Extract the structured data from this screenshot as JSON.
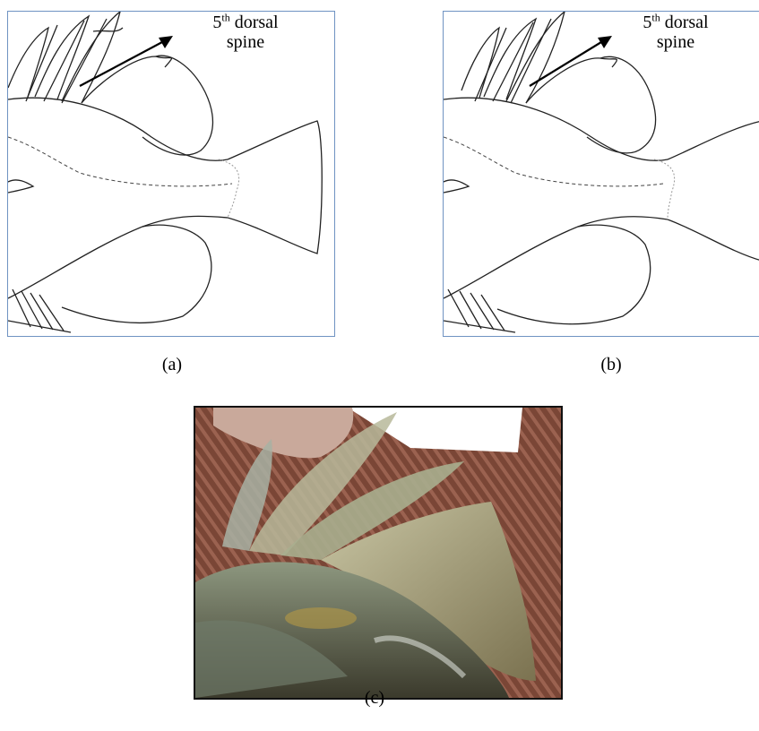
{
  "figure": {
    "panels": [
      {
        "id": "a",
        "caption": "(a)",
        "callout_ordinal": "5",
        "callout_sup": "th",
        "callout_word1": "dorsal",
        "callout_word2": "spine"
      },
      {
        "id": "b",
        "caption": "(b)",
        "callout_ordinal": "5",
        "callout_sup": "th",
        "callout_word1": "dorsal",
        "callout_word2": "spine"
      }
    ],
    "photo_caption": "(c)"
  },
  "colors": {
    "panel_border": "#6f93c2",
    "line_art": "#222222",
    "photo_background": "#6b3a2e"
  }
}
